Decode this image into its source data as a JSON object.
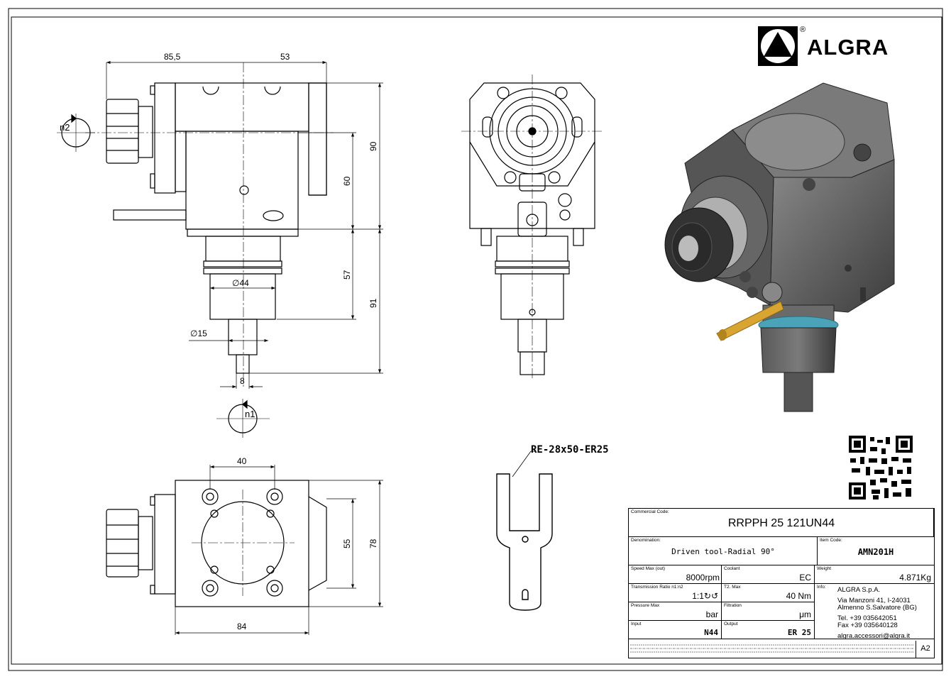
{
  "brand": {
    "name": "ALGRA",
    "registered": "®"
  },
  "dimensions": {
    "d85_5": "85,5",
    "d53": "53",
    "d90": "90",
    "d60": "60",
    "d57": "57",
    "d91": "91",
    "dia44": "∅44",
    "dia15": "∅15",
    "d8": "8",
    "d40": "40",
    "d55": "55",
    "d78": "78",
    "d84": "84"
  },
  "rotations": {
    "n1": "n1",
    "n2": "n2"
  },
  "accessory": {
    "label": "RE-28x50-ER25"
  },
  "title_block": {
    "commercial_code_label": "Commercial Code:",
    "commercial_code": "RRPPH 25 121UN44",
    "denomination_label": "Denomination:",
    "denomination": "Driven tool-Radial 90°",
    "item_code_label": "Item Code:",
    "item_code": "AMN201H",
    "speed_label": "Speed Max (out)",
    "speed": "8000rpm",
    "coolant_label": "Coolant",
    "coolant": "EC",
    "weight_label": "Weight",
    "weight": "4.871Kg",
    "ratio_label": "Transmission Ratio n1:n2",
    "ratio": "1:1↻↺",
    "torque_label": "T2. Max",
    "torque": "40 Nm",
    "pressure_label": "Pressure Max",
    "pressure": "bar",
    "filtration_label": "Filtration",
    "filtration": "μm",
    "input_label": "Input",
    "input": "N44",
    "output_label": "Output",
    "output": "ER 25",
    "info_label": "Info:",
    "company": "ALGRA S.p.A.",
    "address1": "Via Manzoni 41, I-24031",
    "address2": "Almenno S.Salvatore (BG)",
    "tel": "Tel. +39 035642051",
    "fax": "Fax +39 035640128",
    "email": "algra.accessori@algra.it",
    "sheet_size": "A2"
  }
}
